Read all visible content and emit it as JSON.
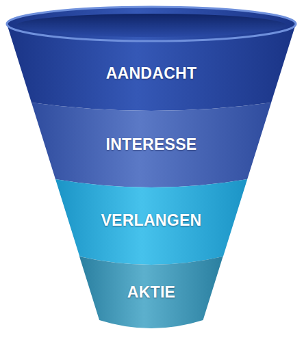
{
  "diagram": {
    "nodes": [
      {
        "text": [
          "AANDACHT"
        ]
      },
      {
        "text": [
          "INTERESSE"
        ]
      },
      {
        "text": [
          "VERLANGEN"
        ]
      },
      {
        "text": [
          "AKTIE"
        ]
      }
    ]
  }
}
